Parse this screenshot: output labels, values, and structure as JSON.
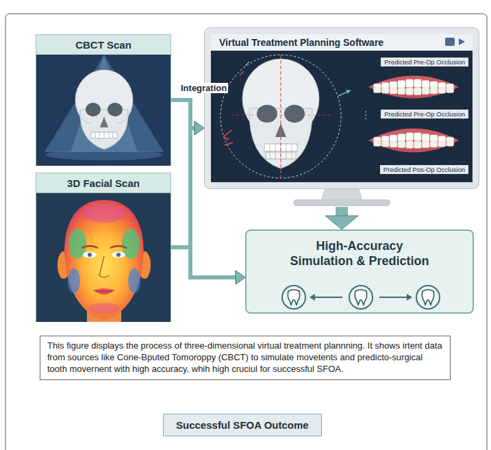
{
  "diagram": {
    "caption": "This figure displays the process of three-dimensional virtual treatment plannning. It shows irtent data from sources like Cone-Bputed Tomoroppy (CBCT) to simulate movetents and predicto-surgical tooth movernent with high accuracy, whih high cruciul for successful SFOA.",
    "nodes": [
      {
        "text": [
          "CBCT Scan"
        ]
      },
      {
        "text": [
          "3D Facial Scan"
        ]
      },
      {
        "text": [
          "Virtual Treatment Planning Software"
        ]
      },
      {
        "text": [
          "High-Accuracy Simulation & Prediction"
        ]
      },
      {
        "text": [
          "Successful SFOA Outcome"
        ]
      }
    ],
    "edges": [
      {
        "from": 0,
        "to": 2,
        "arrow": "to"
      },
      {
        "from": 1,
        "to": 2,
        "arrow": "to"
      },
      {
        "from": 0,
        "to": 3,
        "arrow": "to"
      },
      {
        "from": 1,
        "to": 3,
        "arrow": "to"
      },
      {
        "from": 2,
        "to": 3,
        "arrow": "to"
      }
    ],
    "labels": [
      "Integration",
      "Predicted Pre-Op Occlusion",
      "Predicted Pre-Op Occlusion",
      "Predicted Pos-Op Occlusion"
    ]
  }
}
